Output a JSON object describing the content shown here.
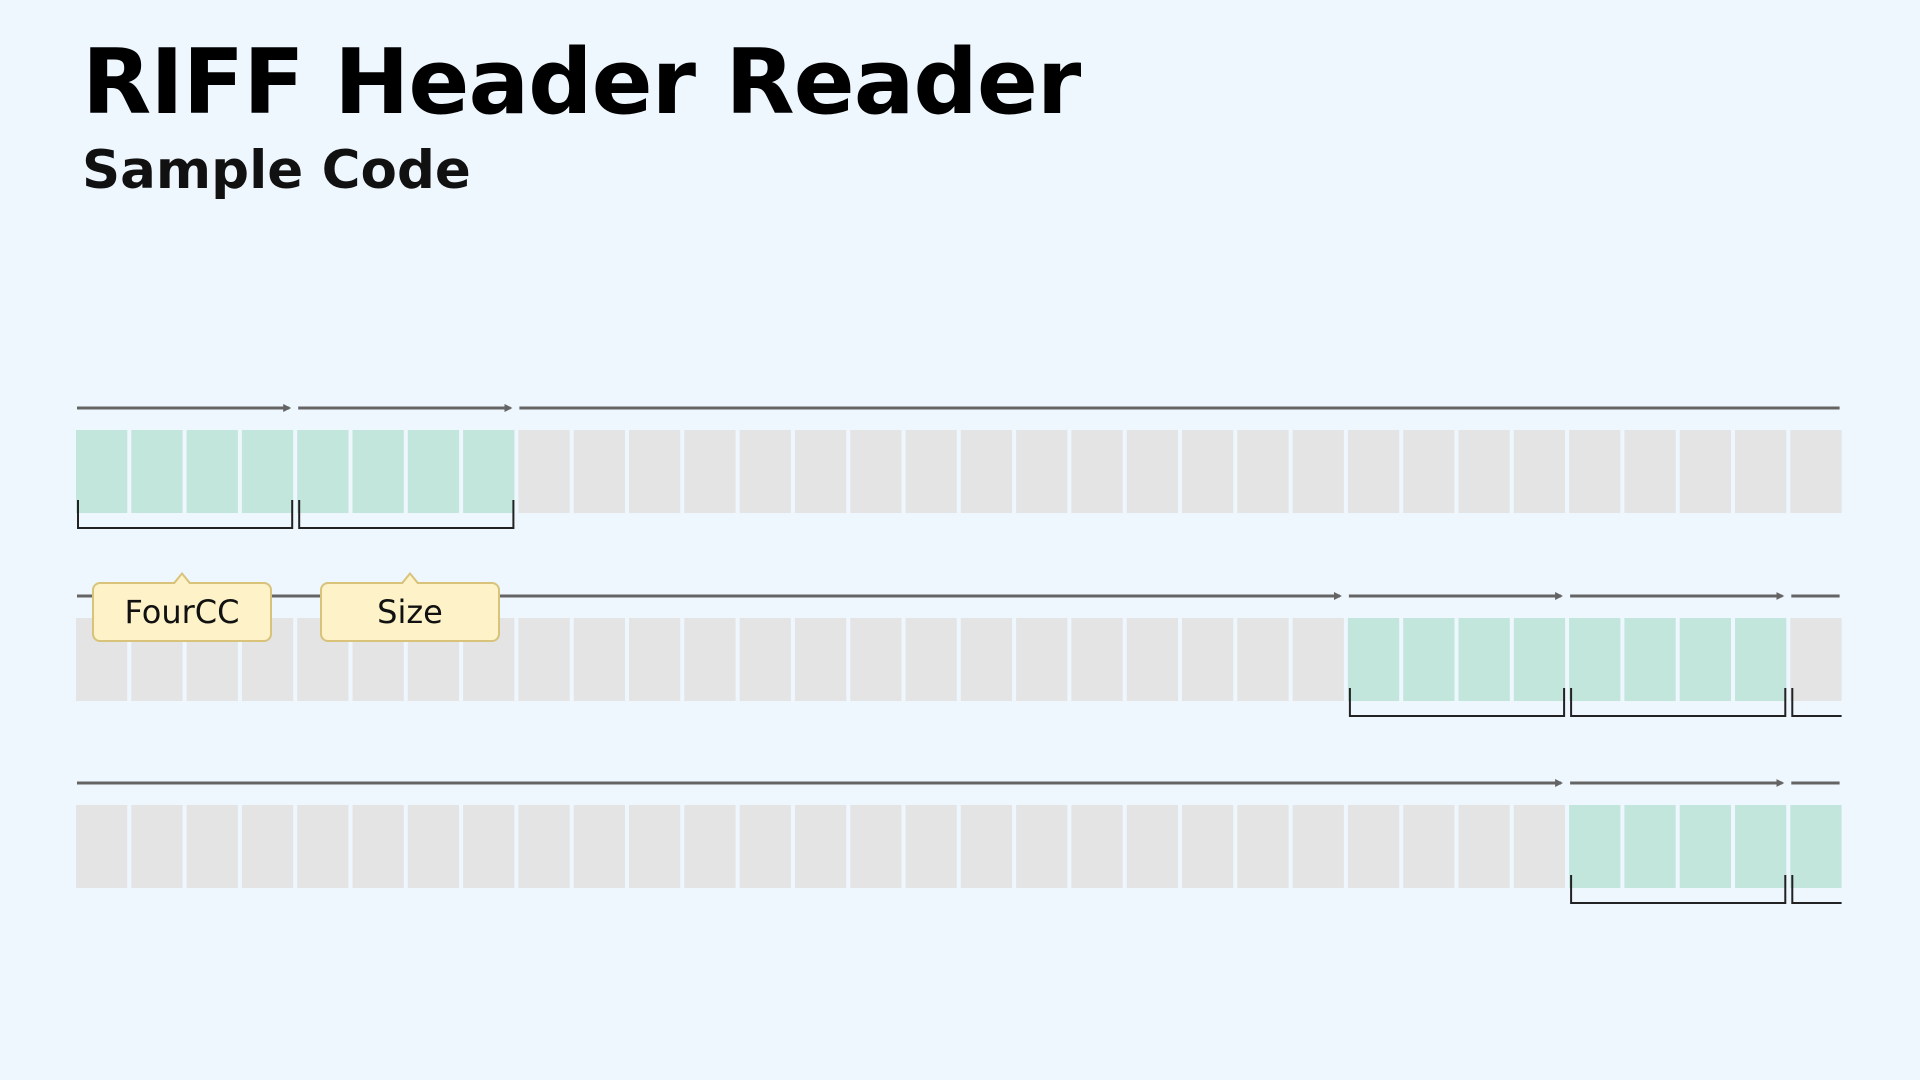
{
  "header": {
    "title": "RIFF Header Reader",
    "subtitle": "Sample Code"
  },
  "diagram": {
    "total_bytes": 32,
    "rows": [
      {
        "highlighted_bytes": [
          0,
          7
        ],
        "groups": [
          [
            0,
            4
          ],
          [
            4,
            8
          ]
        ],
        "trailing_open": false
      },
      {
        "highlighted_bytes": [
          23,
          30
        ],
        "groups": [
          [
            23,
            27
          ],
          [
            27,
            31
          ]
        ],
        "trailing_open": true
      },
      {
        "highlighted_bytes": [
          27,
          31
        ],
        "groups": [
          [
            27,
            31
          ]
        ],
        "trailing_open": true
      }
    ],
    "labels": {
      "fourcc": "FourCC",
      "size": "Size"
    },
    "colors": {
      "highlight": "#c2e5dc",
      "byte": "#e4e4e4",
      "arrow": "#646464",
      "bracket": "#222222",
      "tooltip_bg": "#fdf2c8",
      "tooltip_border": "#d9c27a"
    }
  }
}
